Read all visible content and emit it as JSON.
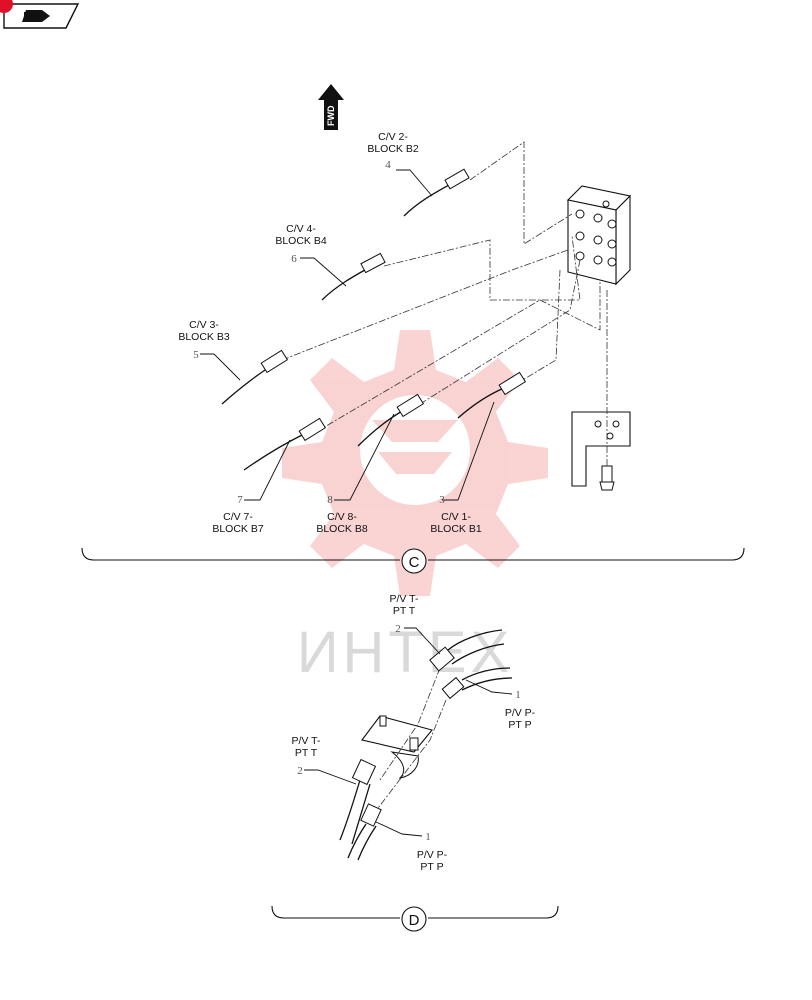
{
  "watermark": {
    "text": "ИНТЕХ",
    "color": "#f08080"
  },
  "fwd_label": "FWD",
  "views": [
    {
      "id": "C",
      "label": "C"
    },
    {
      "id": "D",
      "label": "D"
    }
  ],
  "callouts_c": [
    {
      "num": "4",
      "line1": "C/V 2-",
      "line2": "BLOCK B2"
    },
    {
      "num": "6",
      "line1": "C/V 4-",
      "line2": "BLOCK B4"
    },
    {
      "num": "5",
      "line1": "C/V 3-",
      "line2": "BLOCK B3"
    },
    {
      "num": "7",
      "line1": "C/V 7-",
      "line2": "BLOCK B7"
    },
    {
      "num": "8",
      "line1": "C/V 8-",
      "line2": "BLOCK B8"
    },
    {
      "num": "3",
      "line1": "C/V 1-",
      "line2": "BLOCK B1"
    }
  ],
  "callouts_d": [
    {
      "num": "2",
      "line1": "P/V T-",
      "line2": "PT T"
    },
    {
      "num": "1",
      "line1": "P/V P-",
      "line2": "PT P"
    },
    {
      "num": "2",
      "line1": "P/V T-",
      "line2": "PT T"
    },
    {
      "num": "1",
      "line1": "P/V P-",
      "line2": "PT P"
    }
  ]
}
